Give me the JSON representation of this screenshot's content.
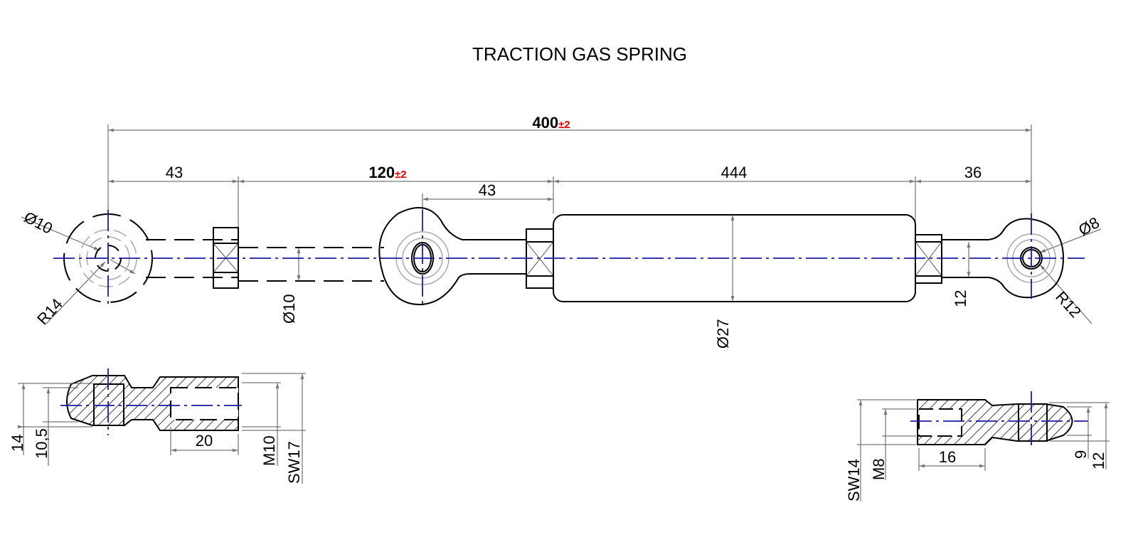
{
  "title": "TRACTION GAS SPRING",
  "colors": {
    "centerline": "#1a1aa6",
    "tolerance": "#e00000",
    "line": "#000000"
  },
  "dimensions": {
    "overall": {
      "value": "400",
      "tolerance": "±2"
    },
    "left_end": "43",
    "stroke": {
      "value": "120",
      "tolerance": "±2"
    },
    "eye_to_body": "43",
    "body": "444",
    "right_end": "36",
    "left_eye_diameter": "Ø10",
    "left_eye_radius": "R14",
    "rod_diameter": "Ø10",
    "body_diameter": "Ø27",
    "right_eye_diameter": "Ø8",
    "right_eye_radius": "R12",
    "right_neck": "12"
  },
  "left_detail": {
    "width": "14",
    "inner": "10,5",
    "thread_depth": "20",
    "thread": "M10",
    "wrench": "SW17"
  },
  "right_detail": {
    "wrench": "SW14",
    "thread": "M8",
    "thread_depth": "16",
    "inner": "9",
    "width": "12"
  }
}
